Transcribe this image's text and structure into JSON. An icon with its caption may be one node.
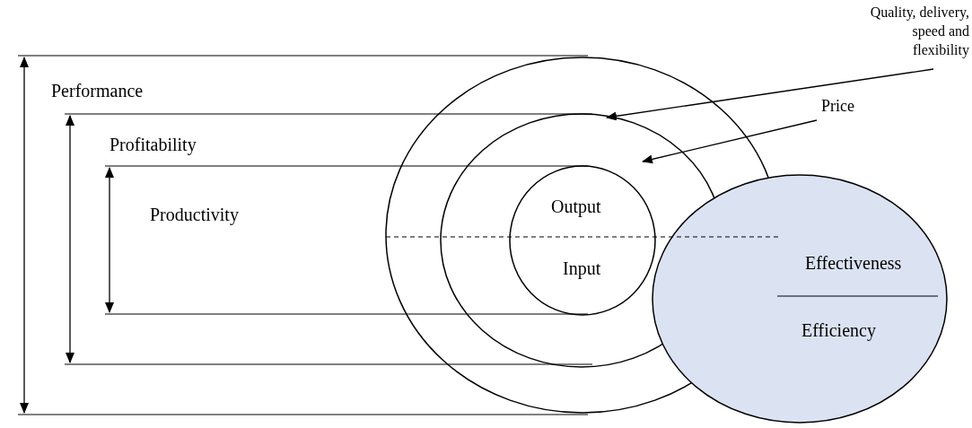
{
  "diagram": {
    "nodes": [
      {
        "text": [
          "Performance"
        ]
      },
      {
        "text": [
          "Profitability"
        ],
        "in": 0
      },
      {
        "text": [
          "Productivity",
          "Output",
          "Input"
        ],
        "in": 1
      },
      {
        "text": [
          "Effectiveness",
          "Efficiency"
        ]
      },
      {
        "text": [
          "Quality, delivery, speed and flexibility"
        ]
      },
      {
        "text": [
          "Price"
        ]
      }
    ],
    "edges": [
      {
        "from": 4,
        "to": 0,
        "arrow": "to"
      },
      {
        "from": 5,
        "to": 1,
        "arrow": "to"
      }
    ]
  }
}
